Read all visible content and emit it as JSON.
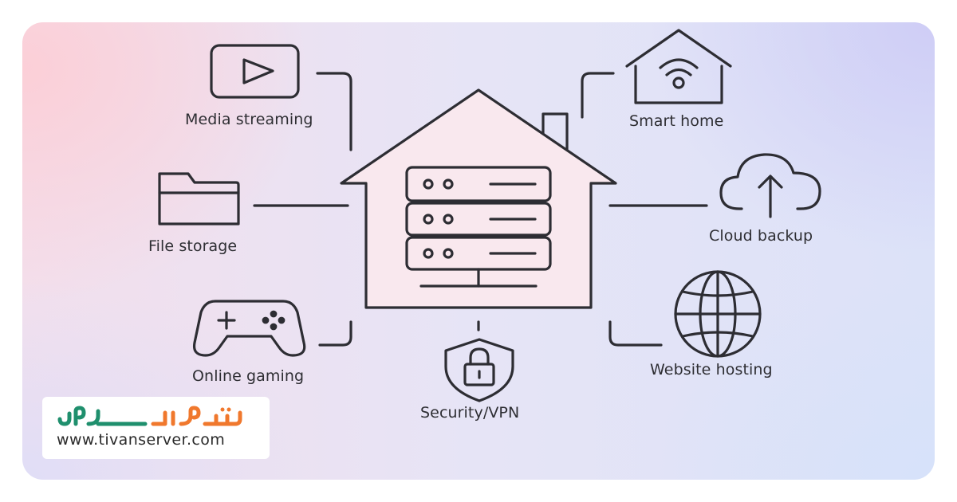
{
  "labels": {
    "media_streaming": "Media streaming",
    "file_storage": "File storage",
    "online_gaming": "Online gaming",
    "security_vpn": "Security/VPN",
    "smart_home": "Smart home",
    "cloud_backup": "Cloud backup",
    "website_hosting": "Website hosting"
  },
  "logo": {
    "url": "www.tivanserver.com",
    "brand_wordmark": "تیوان سرور"
  },
  "colors": {
    "stroke": "#2d2d33",
    "logo_green": "#1f8f6d",
    "logo_orange": "#f0782d"
  }
}
